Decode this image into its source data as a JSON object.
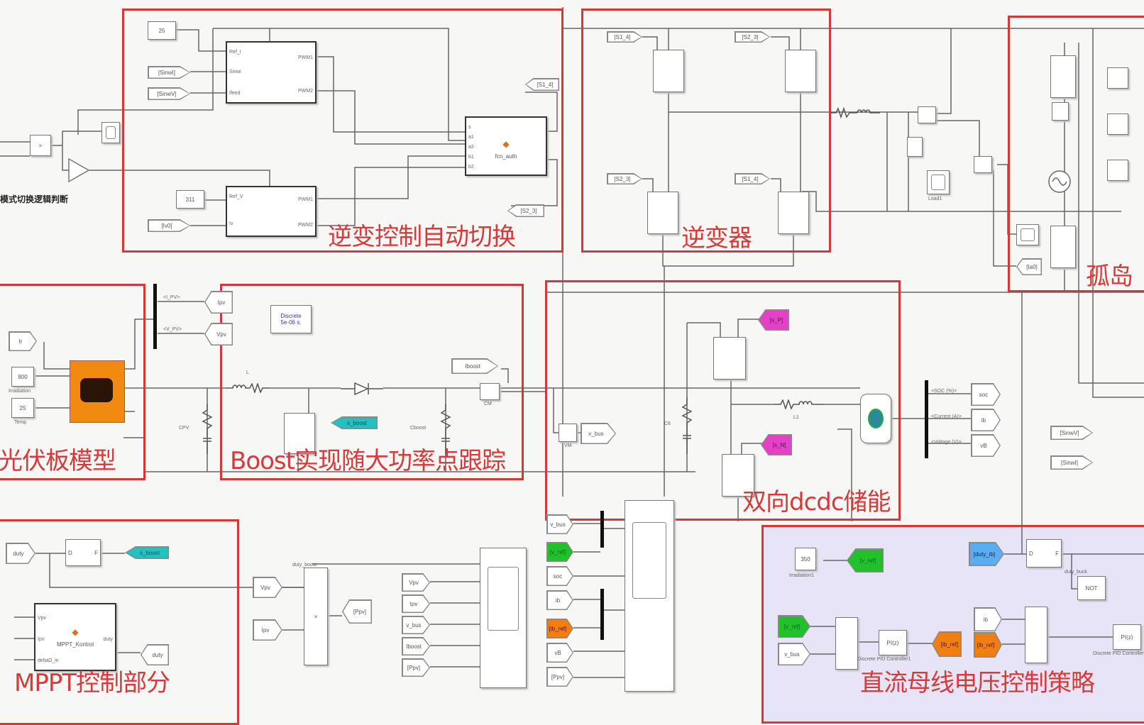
{
  "regions": {
    "inverter_control": "逆变控制自动切换",
    "inverter": "逆变器",
    "island": "孤岛",
    "pv_model": "光伏板模型",
    "boost": "Boost实现随大功率点跟踪",
    "bidirectional": "双向dcdc储能",
    "mppt": "MPPT控制部分",
    "dc_bus": "直流母线电压控制策略"
  },
  "mode_switch_label": "模式切换逻辑判断",
  "inverter_control": {
    "const_current": "25",
    "from_sinwi": "[SinwI]",
    "from_sinwv": "[SinwV]",
    "grid_ctrl_ports": [
      "Ref_I",
      "Sinwi",
      "Ifeed"
    ],
    "grid_ctrl_outputs": [
      "PWM1",
      "PWM2"
    ],
    "const_voltage": "311",
    "from_iv": "[Iv0]",
    "island_ctrl_ports": [
      "Ref_V",
      "Iv"
    ],
    "island_ctrl_outputs": [
      "PWM1",
      "PWM2"
    ],
    "fcn_label": "fcn_auth",
    "fcn_ports": [
      "s",
      "a1",
      "a2",
      "b1",
      "b2"
    ],
    "goto_s14": "[S1_4]",
    "goto_s23": "[S2_3]",
    "relop": ">"
  },
  "inverter": {
    "from_tl": "[S1_4]",
    "from_tr": "[S2_3]",
    "from_bl": "[S2_3]",
    "from_br": "[S1_4]",
    "load_scope": "Load1",
    "goto_ia": "[Ia0]"
  },
  "pv": {
    "from_ir": "Ir",
    "const_irr": "800",
    "irr_caption": "Irradiation",
    "const_temp": "25",
    "temp_caption": "Temp",
    "bus_labels": [
      "<I_PV>",
      "<V_PV>"
    ],
    "goto_ipv": "Ipv",
    "goto_vpv": "Vpv"
  },
  "boost": {
    "powergui_line1": "Discrete",
    "powergui_line2": "5e-06 s.",
    "inductor": "L",
    "cpv": "CPV",
    "cboost": "Cboost",
    "goto_sboost": "s_boost",
    "goto_iboost": "Iboost",
    "cm": "CM"
  },
  "bidir": {
    "vm": "VM",
    "goto_vbus": "v_bus",
    "c6": "C6",
    "from_sp": "[s_P]",
    "from_sn": "[s_N]",
    "l1": "L1",
    "bus_labels": [
      "<SOC (%)>",
      "<Current (A)>",
      "<Voltage (V)>"
    ],
    "goto_soc": "soc",
    "goto_ib": "ib",
    "goto_vb": "vB",
    "goto_sinwv": "[SinwV]",
    "goto_sinwi": "[SinwI]"
  },
  "mppt": {
    "from_duty": "duty",
    "delay_in": "D",
    "delay_out": "F",
    "goto_sboost": "s_boost",
    "fcn_label": "MPPT_Kontrol",
    "fcn_ports": [
      "Vpv",
      "Ipv",
      "deltaD_in"
    ],
    "fcn_out": "duty",
    "goto_duty": "duty",
    "signal_label": "duty_boost"
  },
  "monitor": {
    "from_vpv": "Vpv",
    "from_ipv": "Ipv",
    "product": "×",
    "goto_ppv": "[Ppv]",
    "scope1_inputs": [
      "Vpv",
      "Ipv",
      "v_bus",
      "Iboost",
      "[Ppv]"
    ],
    "scope2_inputs": [
      "v_bus",
      "[v_ref]",
      "soc",
      "ib",
      "[ib_ref]",
      "vB",
      "[Ppv]"
    ]
  },
  "dc_bus": {
    "const_350": "350",
    "const_caption": "Irradiation1",
    "goto_vref": "[v_ref]",
    "from_duty_ib": "[duty_ib]",
    "zoh_in": "D",
    "zoh_out": "F",
    "duty_buck": "duty_buck",
    "not_label": "NOT",
    "from_vref": "[v_ref]",
    "from_vbus": "v_bus",
    "pid_label": "PI(z)",
    "pid1_caption": "Discrete PID Controller1",
    "goto_ibref": "[ib_ref]",
    "from_ib": "ib",
    "from_ibref": "[ib_ref]",
    "pid2_caption": "Discrete PID Controller"
  },
  "colors": {
    "region_border": "#d23a3a",
    "pv_block": "#f08a10",
    "dc_bus_fill": "#e6e4f6",
    "green_tag": "#22c02a",
    "orange_tag": "#f07e10",
    "magenta_tag": "#e540c8",
    "cyan_tag": "#25c0c0",
    "blue_tag": "#5aaef0"
  }
}
